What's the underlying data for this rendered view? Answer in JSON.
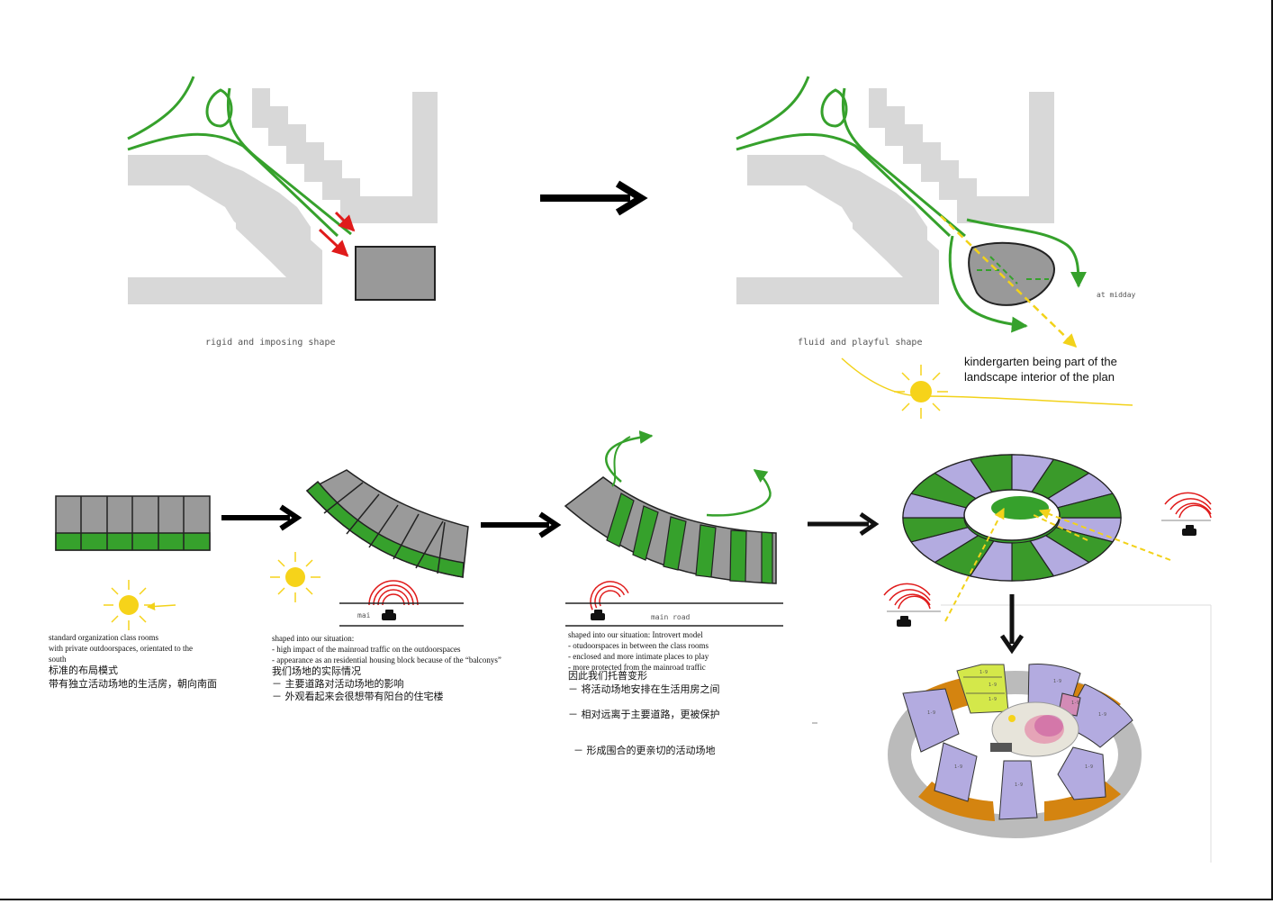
{
  "captions": {
    "rigid": "rigid and imposing shape",
    "fluid": "fluid and playful shape",
    "midday": "at midday",
    "landscape_1": "kindergarten being part of the",
    "landscape_2": "landscape interior of the plan",
    "road_a": "mai",
    "road_b": "main road"
  },
  "notes": {
    "standard": [
      "standard organization class rooms",
      "with private outdoorspaces, orientated to the",
      "south"
    ],
    "standard_cn": [
      "标准的布局模式",
      "带有独立活动场地的生活房，朝向南面"
    ],
    "shaped": [
      "shaped into our situation:",
      "- high impact of the mainroad traffic on the outdoorspaces",
      "- appearance as an residential housing block because of the “balconys”"
    ],
    "shaped_cn": [
      "我们场地的实际情况",
      "－ 主要道路对活动场地的影响",
      "－ 外观看起来会很想带有阳台的住宅楼"
    ],
    "introvert": [
      "shaped into our situation: Introvert model",
      "- otudoorspaces in between the class rooms",
      "- enclosed and more intimate places to play",
      "- more protected from the mainroad traffic"
    ],
    "introvert_cn": [
      "因此我们托普变形",
      "－ 将活动场地安排在生活用房之间",
      "－ 相对远离于主要道路，更被保护",
      "－ 形成围合的更亲切的活动场地"
    ]
  },
  "plan_labels": [
    "1-9",
    "1-9",
    "1-9",
    "1-9",
    "1-9",
    "1-9",
    "1-9",
    "1-9",
    "1-9",
    "1-9"
  ],
  "colors": {
    "green": "#3a9a2a",
    "road_green": "#36a12c",
    "grey_block": "#d8d8d8",
    "classroom_grey": "#9a9a9a",
    "lavender": "#b3abe0",
    "orange": "#d48410",
    "sun": "#f6d31a",
    "red": "#e01b1b"
  }
}
